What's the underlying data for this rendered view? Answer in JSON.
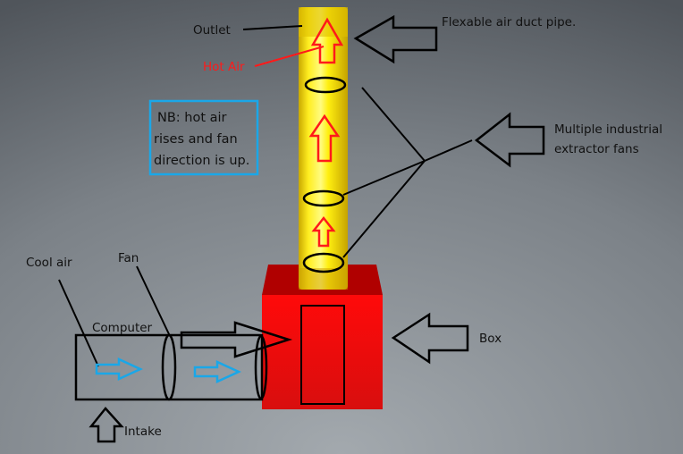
{
  "labels": {
    "outlet": "Outlet",
    "hot_air": "Hot Air",
    "duct": "Flexable air duct pipe.",
    "fans_line1": "Multiple industrial",
    "fans_line2": "extractor fans",
    "box": "Box",
    "cool_air": "Cool air",
    "fan": "Fan",
    "computer": "Computer",
    "intake": "Intake"
  },
  "note": {
    "line1": "NB: hot air",
    "line2": "rises and fan",
    "line3": "direction is up."
  },
  "colors": {
    "hot_air": "#ff1a1a",
    "cool_air_arrow": "#1aa7e8",
    "note_border": "#1aa7e8",
    "pipe": "#ffee00",
    "box": "#ee0000"
  }
}
